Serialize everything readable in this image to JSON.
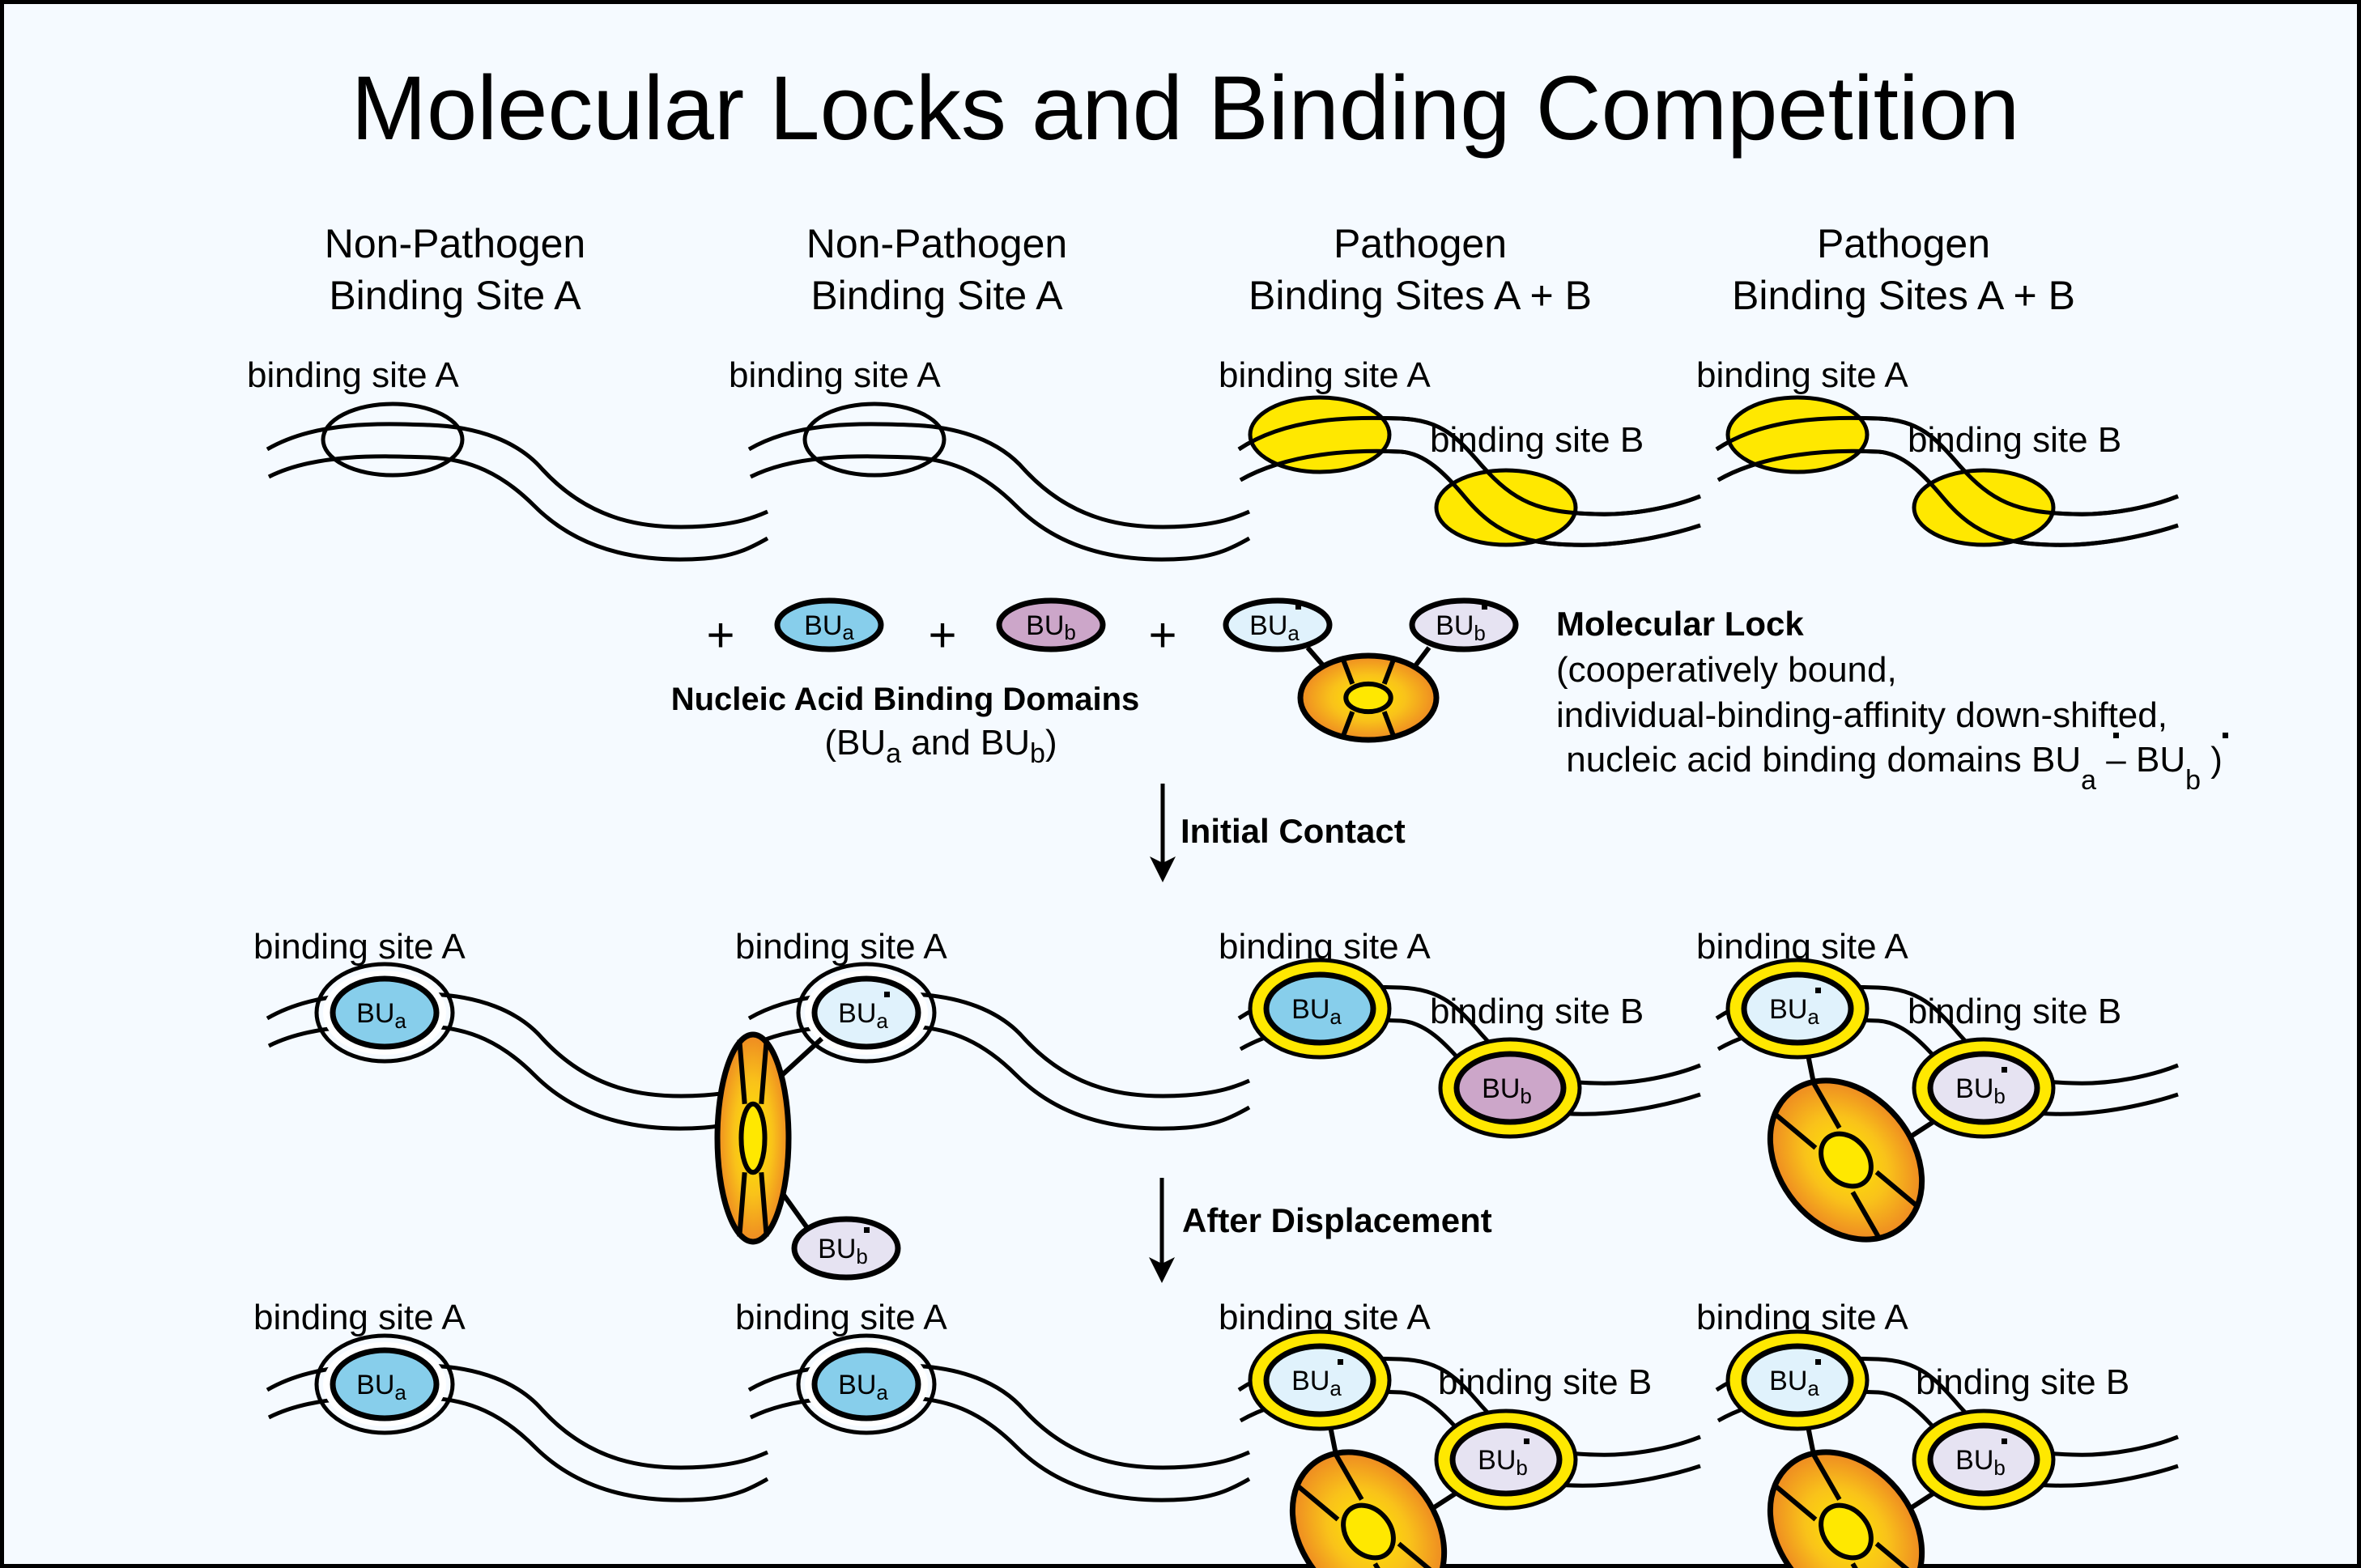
{
  "title": "Molecular Locks and Binding Competition",
  "colors": {
    "background": "#f5faff",
    "border": "#000000",
    "site_yellow": "#ffe800",
    "bu_a": "#87ceeb",
    "bu_b": "#cca6c9",
    "bu_a_minus": "#e0f2fc",
    "bu_b_minus": "#e6e3f2",
    "lock_outer": "#ee8a22",
    "lock_inner": "#ffe800"
  },
  "columns": [
    {
      "line1": "Non-Pathogen",
      "line2": "Binding Site A"
    },
    {
      "line1": "Non-Pathogen",
      "line2": "Binding Site A"
    },
    {
      "line1": "Pathogen",
      "line2": "Binding Sites A + B"
    },
    {
      "line1": "Pathogen",
      "line2": "Binding Sites A + B"
    }
  ],
  "labels": {
    "site_a": "binding site A",
    "site_b": "binding site B"
  },
  "domains": {
    "bu": "BU",
    "sub_a": "a",
    "sub_b": "b",
    "minus": "-"
  },
  "reagents": {
    "plus": "+",
    "nabd_title": "Nucleic Acid Binding Domains",
    "nabd_paren_open": "(BU",
    "nabd_sub_a": "a",
    "nabd_and": " and BU",
    "nabd_sub_b": "b",
    "nabd_paren_close": ")",
    "lock_title": "Molecular Lock",
    "lock_line1": "(cooperatively bound,",
    "lock_line2": " individual-binding-affinity down-shifted,",
    "lock_line3": " nucleic acid binding domains BU",
    "lock_dash": " – BU",
    "lock_close": " )"
  },
  "steps": [
    {
      "label": "Initial Contact"
    },
    {
      "label": "After Displacement"
    }
  ],
  "rows": [
    {
      "name": "initial",
      "panels": [
        {
          "type": "nonpathogen-empty"
        },
        {
          "type": "nonpathogen-empty"
        },
        {
          "type": "pathogen-empty"
        },
        {
          "type": "pathogen-empty"
        }
      ]
    },
    {
      "name": "initial-contact",
      "panels": [
        {
          "type": "nonpathogen-bua"
        },
        {
          "type": "nonpathogen-lock-partial"
        },
        {
          "type": "pathogen-bua-bub"
        },
        {
          "type": "pathogen-lock"
        }
      ]
    },
    {
      "name": "after-displacement",
      "panels": [
        {
          "type": "nonpathogen-bua"
        },
        {
          "type": "nonpathogen-bua"
        },
        {
          "type": "pathogen-lock"
        },
        {
          "type": "pathogen-lock"
        }
      ]
    }
  ]
}
